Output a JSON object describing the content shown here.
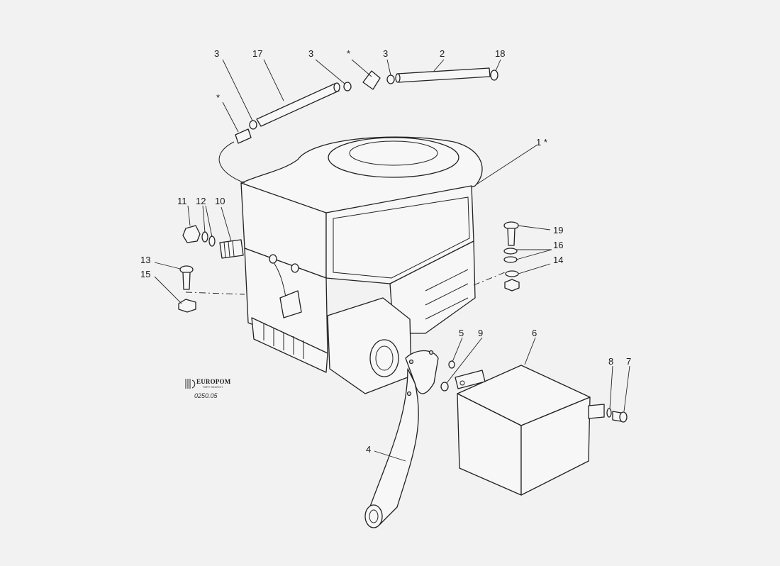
{
  "callouts": [
    {
      "label": "3"
    },
    {
      "label": "17"
    },
    {
      "label": "3"
    },
    {
      "label": "*"
    },
    {
      "label": "3"
    },
    {
      "label": "2"
    },
    {
      "label": "18"
    },
    {
      "label": "*"
    },
    {
      "label": "1 *"
    },
    {
      "label": "11"
    },
    {
      "label": "12"
    },
    {
      "label": "10"
    },
    {
      "label": "13"
    },
    {
      "label": "15"
    },
    {
      "label": "19"
    },
    {
      "label": "16"
    },
    {
      "label": "14"
    },
    {
      "label": "5"
    },
    {
      "label": "9"
    },
    {
      "label": "6"
    },
    {
      "label": "8"
    },
    {
      "label": "7"
    },
    {
      "label": "4"
    }
  ],
  "logo": {
    "name": "EUROPOM",
    "subtitle": "PART SEARCH",
    "code": "0250.05"
  },
  "colors": {
    "background": "#f2f2f2",
    "line": "#222222"
  }
}
